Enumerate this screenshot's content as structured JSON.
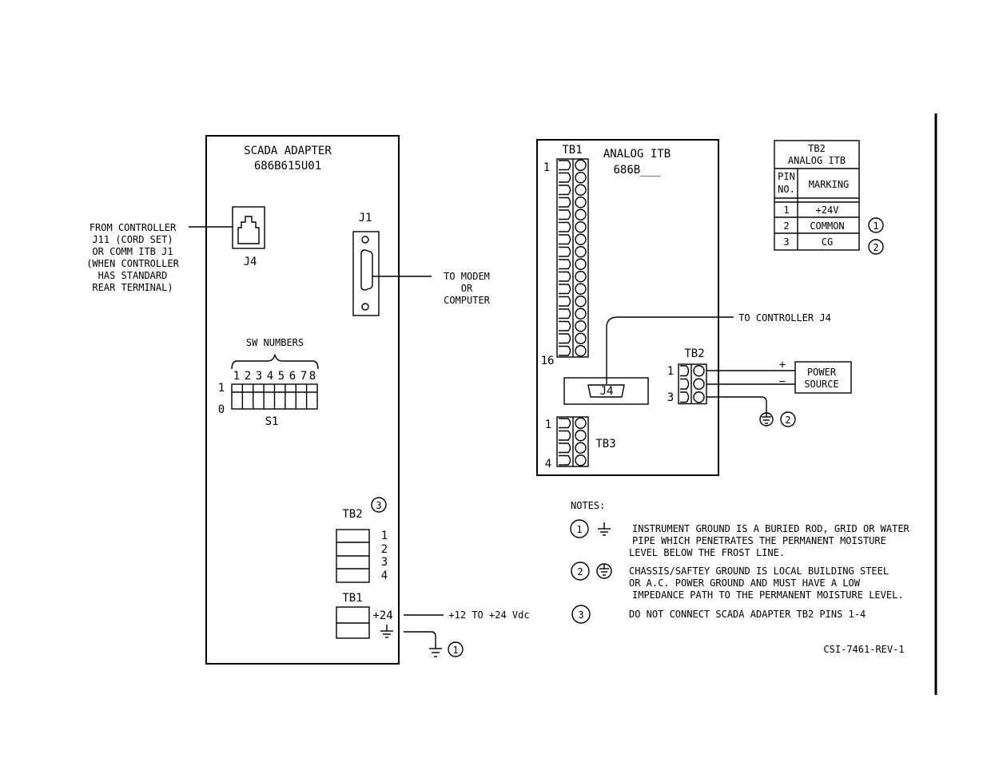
{
  "scada": {
    "title": "SCADA ADAPTER",
    "part": "686B615U01",
    "j4": "J4",
    "j1": "J1",
    "sw_numbers": "SW NUMBERS",
    "sw_digits": [
      "1",
      "2",
      "3",
      "4",
      "5",
      "6",
      "7",
      "8"
    ],
    "sw_state_1": "1",
    "sw_state_0": "0",
    "s1": "S1",
    "tb2": "TB2",
    "tb2_pins": [
      "1",
      "2",
      "3",
      "4"
    ],
    "tb1": "TB1",
    "tb1_plus24": "+24",
    "supply_label": "+12 TO +24 Vdc",
    "from_controller": [
      "FROM CONTROLLER",
      "J11 (CORD SET)",
      "OR COMM ITB J1",
      "(WHEN CONTROLLER",
      "HAS STANDARD",
      "REAR TERMINAL)"
    ],
    "to_modem": [
      "TO MODEM",
      "OR",
      "COMPUTER"
    ]
  },
  "analog": {
    "title": "ANALOG ITB",
    "part": "686B___",
    "tb1": "TB1",
    "tb1_first": "1",
    "tb1_last": "16",
    "j4": "J4",
    "tb3": "TB3",
    "tb3_first": "1",
    "tb3_last": "4",
    "tb2": "TB2",
    "tb2_pins": [
      "1",
      "3"
    ],
    "to_controller": "TO CONTROLLER J4",
    "power_source": [
      "POWER",
      "SOURCE"
    ],
    "plus": "+",
    "minus": "−"
  },
  "table": {
    "title": [
      "TB2",
      "ANALOG ITB"
    ],
    "col_pin": [
      "PIN",
      "NO."
    ],
    "col_marking": "MARKING",
    "rows": [
      {
        "pin": "1",
        "marking": "+24V",
        "note": ""
      },
      {
        "pin": "2",
        "marking": "COMMON",
        "note": "1"
      },
      {
        "pin": "3",
        "marking": "CG",
        "note": "2"
      }
    ]
  },
  "notes": {
    "heading": "NOTES:",
    "items": [
      {
        "num": "1",
        "lines": [
          "INSTRUMENT GROUND IS A BURIED ROD, GRID OR WATER",
          "PIPE WHICH PENETRATES THE PERMANENT MOISTURE",
          "LEVEL BELOW THE FROST LINE."
        ]
      },
      {
        "num": "2",
        "lines": [
          "CHASSIS/SAFTEY GROUND IS LOCAL BUILDING STEEL",
          "OR A.C. POWER GROUND AND MUST HAVE A LOW",
          "IMPEDANCE PATH TO THE PERMANENT MOISTURE LEVEL."
        ]
      },
      {
        "num": "3",
        "lines": [
          "DO NOT CONNECT SCADA ADAPTER TB2 PINS 1-4"
        ]
      }
    ]
  },
  "callouts": {
    "n1": "1",
    "n2": "2",
    "n3": "3"
  },
  "drawing_number": "CSI-7461-REV-1"
}
